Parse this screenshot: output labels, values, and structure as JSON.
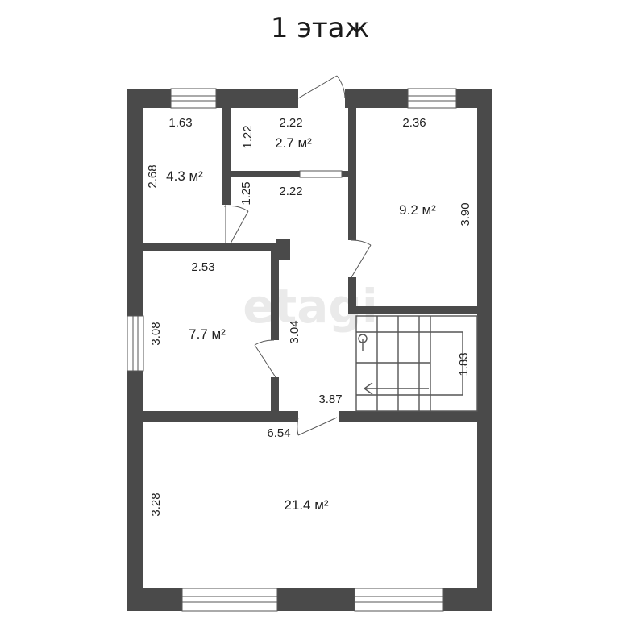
{
  "title": "1 этаж",
  "watermark": "etagi",
  "rooms": [
    {
      "id": "room-topleft",
      "area": "4.3 м²",
      "width": "1.63",
      "height": "2.68"
    },
    {
      "id": "room-bath",
      "area": "2.7 м²",
      "width": "2.22",
      "height": "1.22"
    },
    {
      "id": "hall-upper",
      "width": "2.22",
      "height": "1.25"
    },
    {
      "id": "room-topright",
      "area": "9.2 м²",
      "width": "2.36",
      "height": "3.90"
    },
    {
      "id": "room-midleft",
      "area": "7.7 м²",
      "width": "2.53",
      "height": "3.08"
    },
    {
      "id": "corridor",
      "width": "3.87",
      "height": "3.04"
    },
    {
      "id": "stairs",
      "height": "1.83"
    },
    {
      "id": "room-living",
      "area": "21.4 м²",
      "width": "6.54",
      "height": "3.28"
    }
  ],
  "colors": {
    "wall": "#4a4a4a",
    "background": "#ffffff",
    "text": "#222222"
  }
}
